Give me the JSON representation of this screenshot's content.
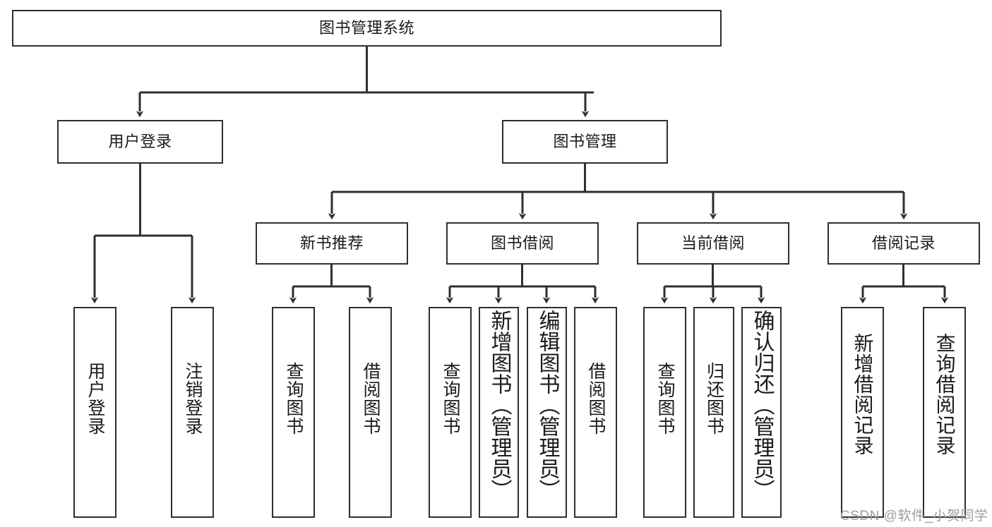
{
  "diagram": {
    "title": "图书管理系统",
    "type": "tree-hierarchy-diagram",
    "colors": {
      "box_border": "#2f2f2f",
      "box_fill": "#ffffff",
      "connector": "#2f2f2f",
      "text": "#1a1a1a",
      "watermark": "#9d9d9d",
      "background": "#ffffff"
    },
    "levels": {
      "level1": [
        "图书管理系统"
      ],
      "level2": [
        "用户登录",
        "图书管理"
      ],
      "level3": [
        "新书推荐",
        "图书借阅",
        "当前借阅",
        "借阅记录"
      ],
      "level4": [
        "用户登录",
        "注销登录",
        "查询图书",
        "借阅图书",
        "查询图书",
        "新增图书（管理员）",
        "编辑图书（管理员）",
        "借阅图书",
        "查询图书",
        "归还图书",
        "确认归还（管理员）",
        "新增借阅记录",
        "查询借阅记录"
      ]
    },
    "nodes": {
      "root": {
        "label": "图书管理系统"
      },
      "user_login": {
        "label": "用户登录"
      },
      "book_mgmt": {
        "label": "图书管理"
      },
      "new_book_rec": {
        "label": "新书推荐"
      },
      "book_borrow": {
        "label": "图书借阅"
      },
      "current_borrow": {
        "label": "当前借阅"
      },
      "borrow_record": {
        "label": "借阅记录"
      },
      "leaf_user_login": {
        "label": "用户登录"
      },
      "leaf_logout": {
        "label": "注销登录"
      },
      "leaf_query_book_1": {
        "label": "查询图书"
      },
      "leaf_borrow_book_1": {
        "label": "借阅图书"
      },
      "leaf_query_book_2": {
        "label": "查询图书"
      },
      "leaf_add_book_admin": {
        "label": "新增图书（管理员）"
      },
      "leaf_edit_book_admin": {
        "label": "编辑图书（管理员）"
      },
      "leaf_borrow_book_2": {
        "label": "借阅图书"
      },
      "leaf_query_book_3": {
        "label": "查询图书"
      },
      "leaf_return_book": {
        "label": "归还图书"
      },
      "leaf_confirm_return_admin": {
        "label": "确认归还（管理员）"
      },
      "leaf_add_record": {
        "label": "新增借阅记录"
      },
      "leaf_query_record": {
        "label": "查询借阅记录"
      }
    },
    "watermark": "CSDN @软件_小贺同学"
  }
}
